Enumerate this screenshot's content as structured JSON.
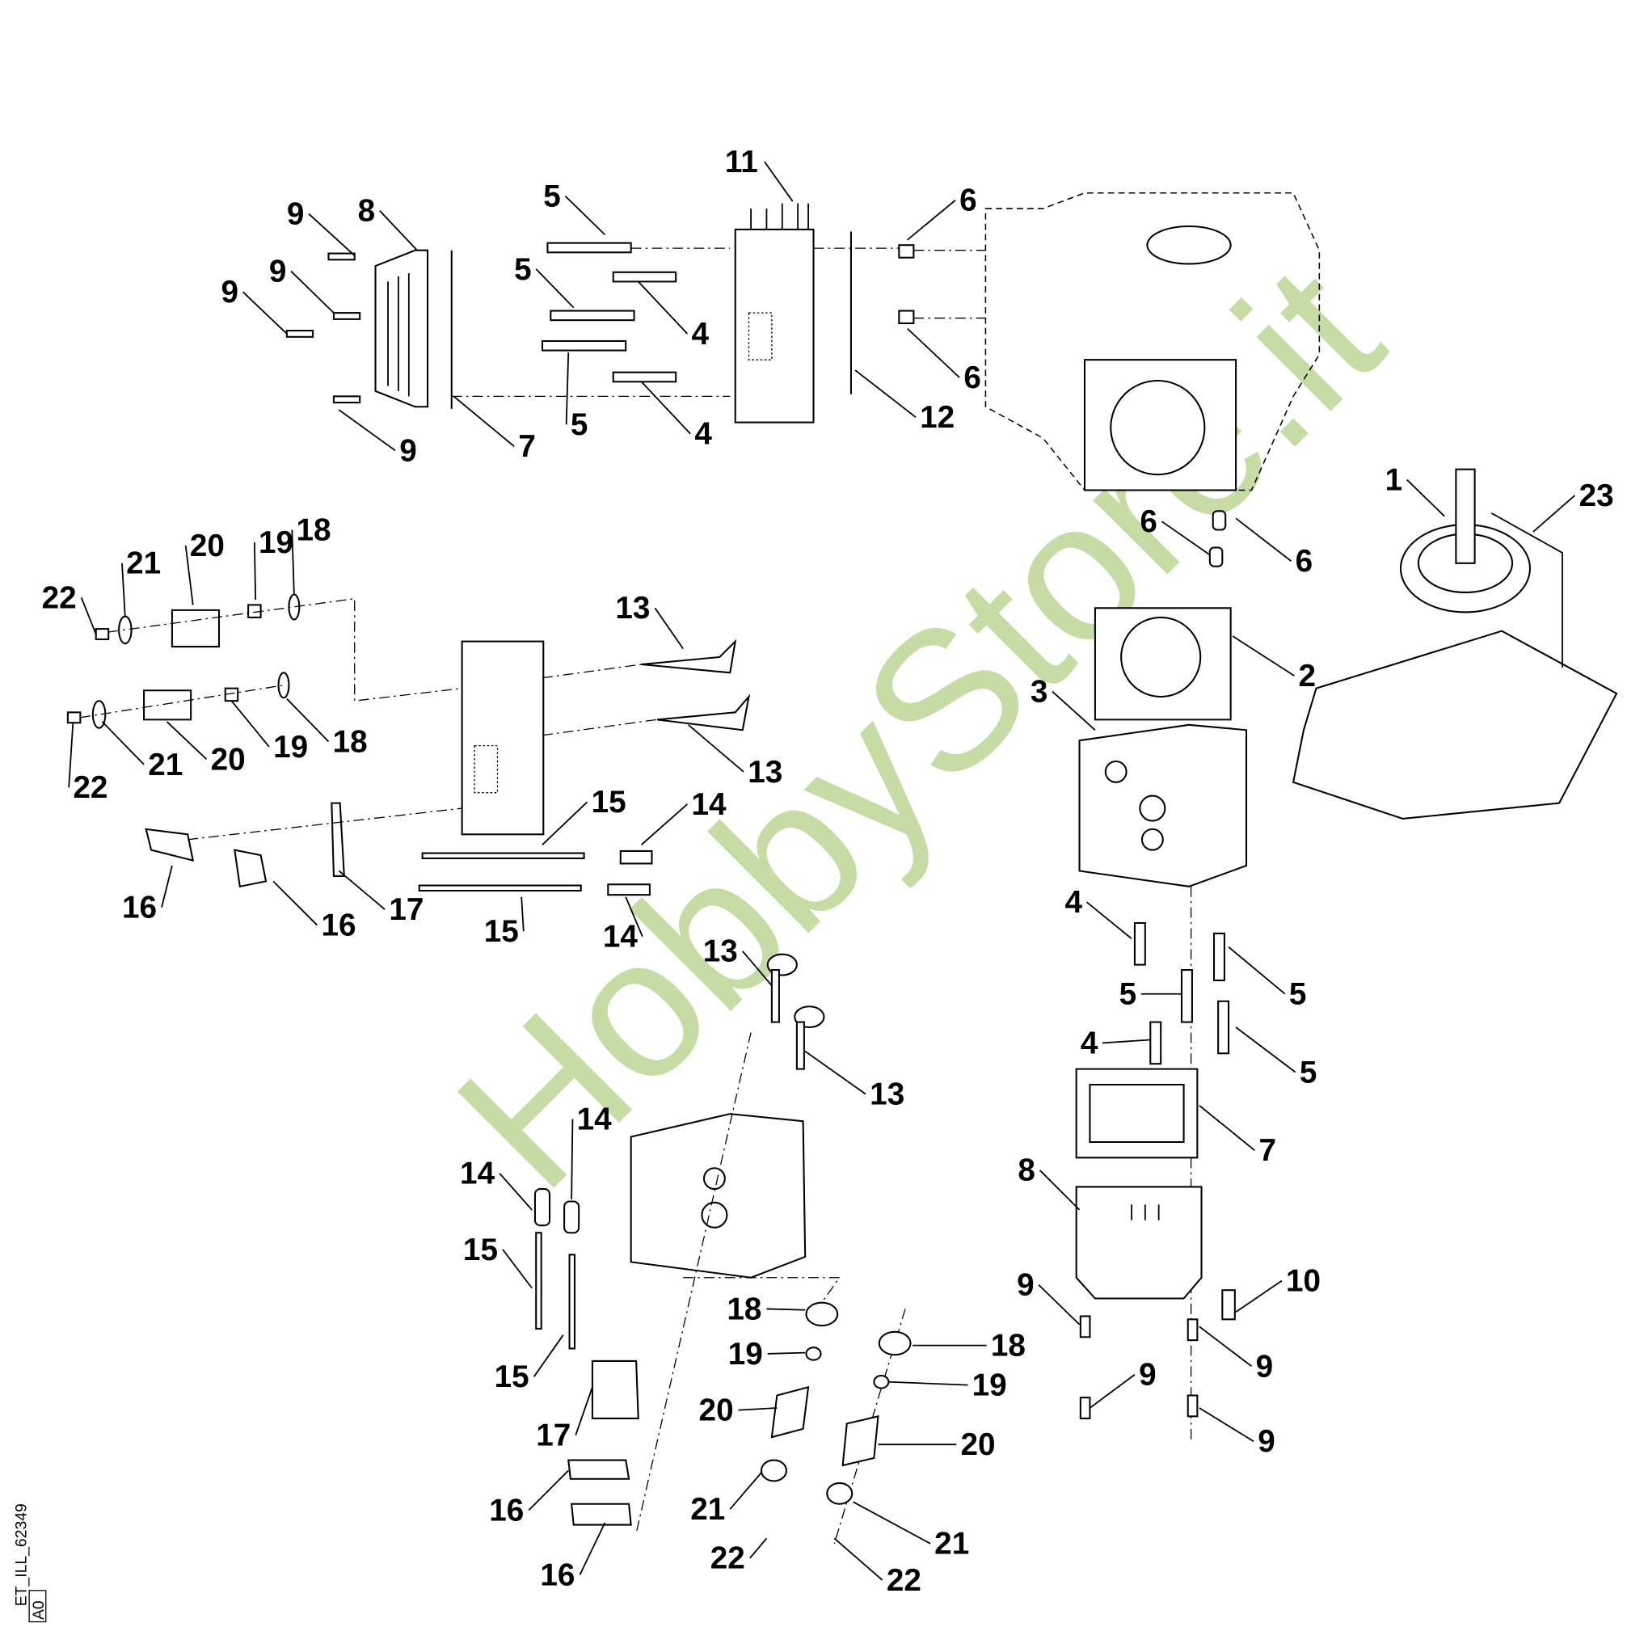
{
  "drawing": {
    "reference": "ET_ILL_62349",
    "revision": "A0",
    "watermark": "HobbyStore.it"
  },
  "callouts": [
    "9",
    "8",
    "9",
    "9",
    "9",
    "7",
    "5",
    "5",
    "4",
    "5",
    "4",
    "11",
    "6",
    "6",
    "12",
    "1",
    "23",
    "6",
    "6",
    "2",
    "3",
    "4",
    "5",
    "5",
    "4",
    "5",
    "7",
    "8",
    "10",
    "9",
    "9",
    "9",
    "9",
    "22",
    "21",
    "20",
    "19",
    "18",
    "13",
    "22",
    "21",
    "20",
    "19",
    "18",
    "13",
    "15",
    "14",
    "16",
    "16",
    "17",
    "15",
    "14",
    "13",
    "13",
    "14",
    "14",
    "15",
    "15",
    "17",
    "16",
    "16",
    "18",
    "19",
    "20",
    "21",
    "22",
    "18",
    "19",
    "20",
    "21",
    "22"
  ]
}
